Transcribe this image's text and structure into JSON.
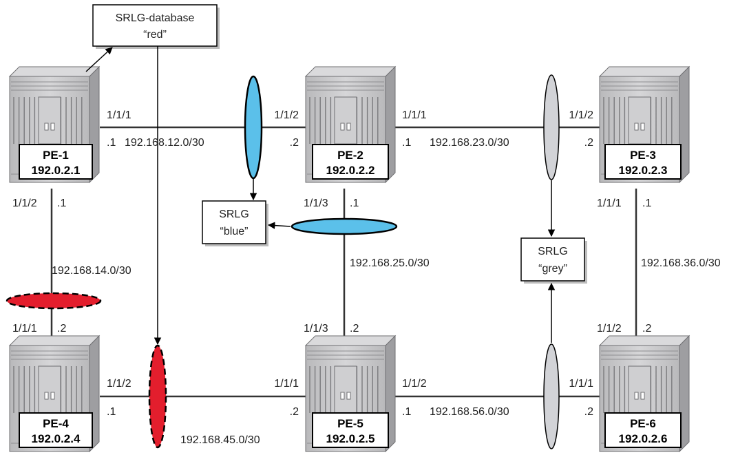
{
  "routers": [
    {
      "id": "pe1",
      "name": "PE-1",
      "address": "192.0.2.1"
    },
    {
      "id": "pe2",
      "name": "PE-2",
      "address": "192.0.2.2"
    },
    {
      "id": "pe3",
      "name": "PE-3",
      "address": "192.0.2.3"
    },
    {
      "id": "pe4",
      "name": "PE-4",
      "address": "192.0.2.4"
    },
    {
      "id": "pe5",
      "name": "PE-5",
      "address": "192.0.2.5"
    },
    {
      "id": "pe6",
      "name": "PE-6",
      "address": "192.0.2.6"
    }
  ],
  "links": [
    {
      "id": "pe1-pe2",
      "subnet": "192.168.12.0/30",
      "a_port": "1/1/1",
      "a_host": ".1",
      "b_port": "1/1/2",
      "b_host": ".2",
      "srlg": "blue"
    },
    {
      "id": "pe2-pe3",
      "subnet": "192.168.23.0/30",
      "a_port": "1/1/1",
      "a_host": ".1",
      "b_port": "1/1/2",
      "b_host": ".2",
      "srlg": "grey"
    },
    {
      "id": "pe1-pe4",
      "subnet": "192.168.14.0/30",
      "a_port": "1/1/2",
      "a_host": ".1",
      "b_port": "1/1/1",
      "b_host": ".2",
      "srlg": "red"
    },
    {
      "id": "pe2-pe5",
      "subnet": "192.168.25.0/30",
      "a_port": "1/1/3",
      "a_host": ".1",
      "b_port": "1/1/3",
      "b_host": ".2",
      "srlg": "blue"
    },
    {
      "id": "pe3-pe6",
      "subnet": "192.168.36.0/30",
      "a_port": "1/1/1",
      "a_host": ".1",
      "b_port": "1/1/2",
      "b_host": ".2",
      "srlg": ""
    },
    {
      "id": "pe4-pe5",
      "subnet": "192.168.45.0/30",
      "a_port": "1/1/2",
      "a_host": ".1",
      "b_port": "1/1/1",
      "b_host": ".2",
      "srlg": "red"
    },
    {
      "id": "pe5-pe6",
      "subnet": "192.168.56.0/30",
      "a_port": "1/1/2",
      "a_host": ".1",
      "b_port": "1/1/1",
      "b_host": ".2",
      "srlg": "grey"
    }
  ],
  "callouts": {
    "database": {
      "line1": "SRLG-database",
      "line2": "“red”"
    },
    "blue": {
      "line1": "SRLG",
      "line2": "“blue”"
    },
    "grey": {
      "line1": "SRLG",
      "line2": "“grey”"
    }
  },
  "colors": {
    "srlg_blue": "#5bc0ea",
    "srlg_red": "#e31e2d",
    "srlg_grey": "#d2d3d7",
    "router_body": "#c8c8ca",
    "link": "#333333"
  }
}
